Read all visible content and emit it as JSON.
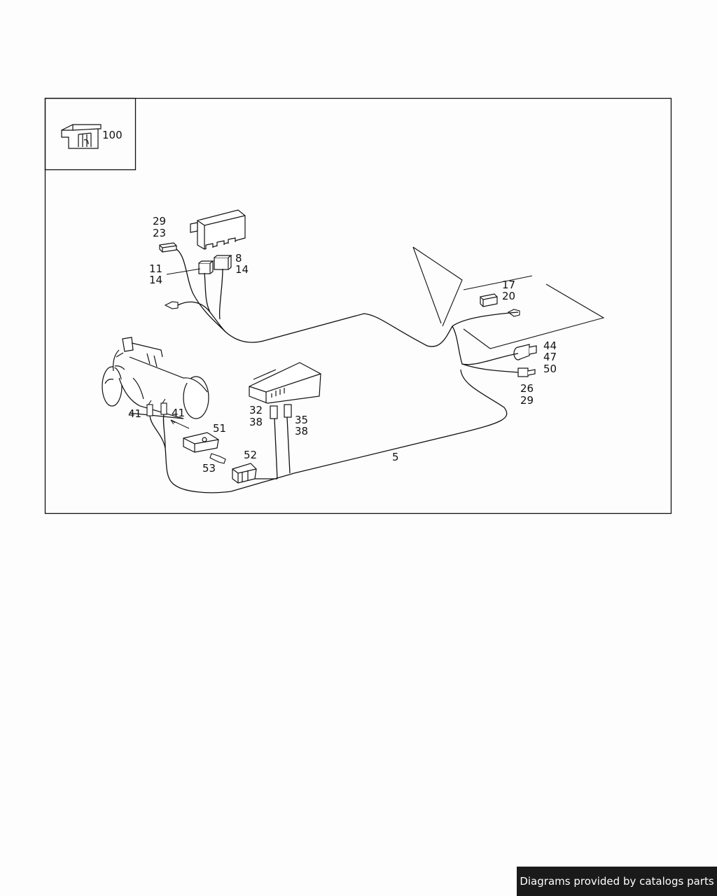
{
  "callouts": {
    "c100": "100",
    "c29a": "29",
    "c23": "23",
    "c11": "11",
    "c14a": "14",
    "c8": "8",
    "c14b": "14",
    "c17": "17",
    "c20": "20",
    "c44": "44",
    "c47": "47",
    "c50": "50",
    "c26": "26",
    "c29b": "29",
    "c41a": "41",
    "c41b": "41",
    "c51": "51",
    "c53": "53",
    "c52": "52",
    "c32": "32",
    "c38a": "38",
    "c35": "35",
    "c38b": "38",
    "c5": "5"
  },
  "footer": {
    "credit": "Diagrams provided by catalogs parts"
  }
}
